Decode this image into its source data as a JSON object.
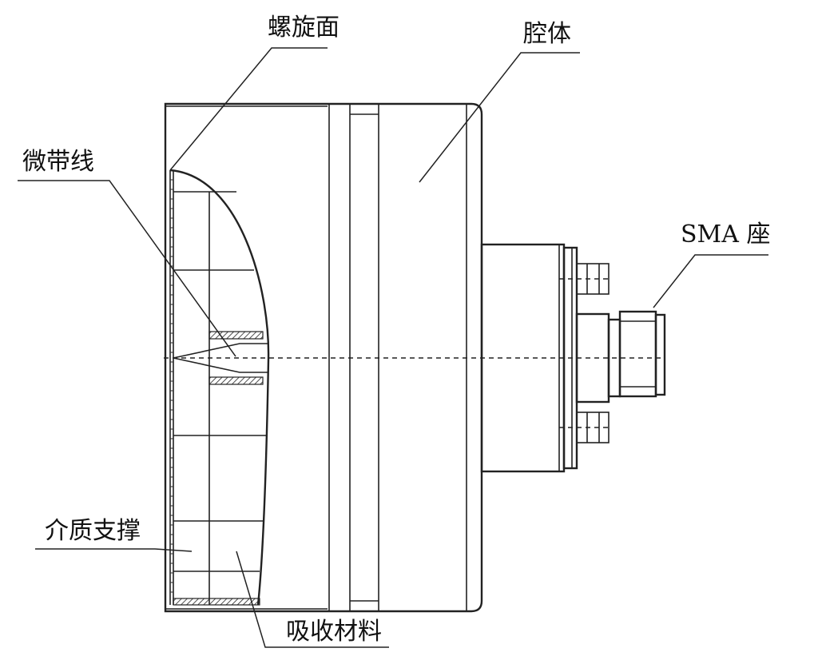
{
  "labels": {
    "spiral_surface": "螺旋面",
    "cavity": "腔体",
    "microstrip": "微带线",
    "sma": "SMA 座",
    "dielectric_support": "介质支撑",
    "absorber": "吸收材料"
  },
  "colors": {
    "line": "#222222",
    "background": "#ffffff"
  }
}
